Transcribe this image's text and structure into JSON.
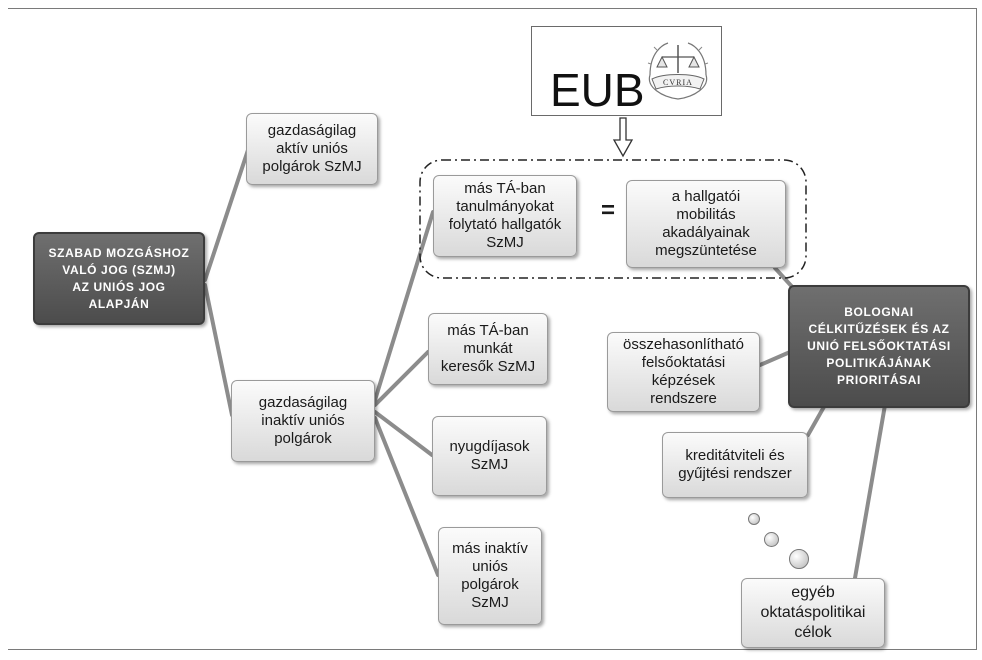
{
  "root": "SZABAD MOZGÁSHOZ\nVALÓ JOG (SZMJ)\nAZ UNIÓS JOG\nALAPJÁN",
  "active_citizens": "gazdaságilag\naktív uniós\npolgárok SzMJ",
  "inactive_citizens": "gazdaságilag\ninaktív uniós\npolgárok",
  "students": "más TÁ-ban\ntanulmányokat\nfolytató hallgatók\nSzMJ",
  "jobseekers": "más TÁ-ban\nmunkát\nkeresők SzMJ",
  "pensioners": "nyugdíjasok\nSzMJ",
  "other_inactive": "más inaktív\nuniós\npolgárok\nSzMJ",
  "equals_sign": "=",
  "mobility": "a hallgatói\nmobilitás\nakadályainak\nmegszüntetése",
  "eub": {
    "label": "EUB",
    "emblem_text": "CVRIA"
  },
  "bologna": "BOLOGNAI\nCÉLKITŰZÉSEK ÉS AZ\nUNIÓ FELSŐOKTATÁSI\nPOLITIKÁJÁNAK\nPRIORITÁSAI",
  "comparable": "összehasonlítható\nfelsőoktatási\nképzések\nrendszere",
  "credit": "kreditátviteli és\ngyűjtési rendszer",
  "other_goals": "egyéb\noktatáspolitikai\ncélok",
  "colors": {
    "box_light_top": "#fbfbfb",
    "box_light_bottom": "#d9d9d9",
    "box_dark": "#5c5c5c",
    "connector": "#8c8c8c"
  }
}
